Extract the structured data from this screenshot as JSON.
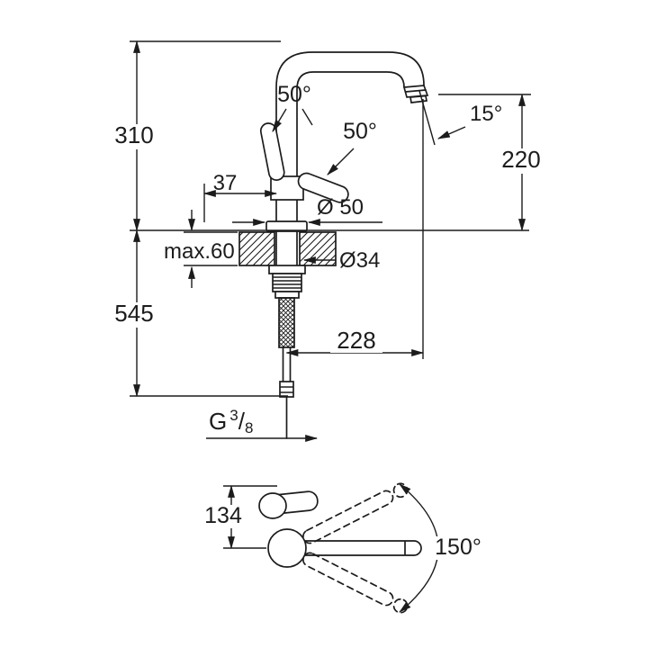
{
  "colors": {
    "line": "#1c1c1c",
    "background": "#ffffff"
  },
  "drawing": {
    "type": "faucet-dimensional-drawing",
    "main_view": {
      "spout_height": "310",
      "below_counter_depth": "545",
      "body_offset": "37",
      "handle_angle_up": "50°",
      "handle_angle_side": "50°",
      "outlet_tilt": "15°",
      "outlet_height": "220",
      "base_diameter": "Ø 50",
      "counter_max_thickness": "max.60",
      "hole_diameter": "Ø34",
      "spout_reach": "228",
      "thread_label": {
        "prefix": "G",
        "numerator": "3",
        "slash": "/",
        "denominator": "8"
      }
    },
    "top_view": {
      "handle_length": "134",
      "swivel_range": "150°"
    }
  }
}
